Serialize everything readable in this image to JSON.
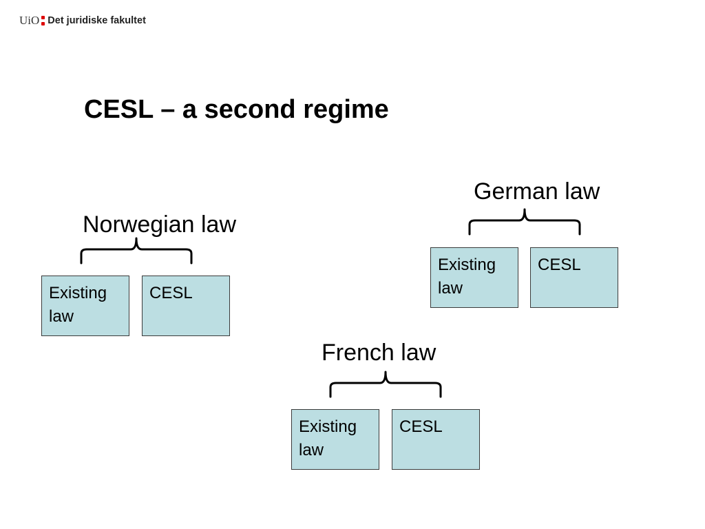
{
  "header": {
    "logo_uio": "UiO",
    "faculty": "Det juridiske fakultet"
  },
  "slide": {
    "title": "CESL – a second regime"
  },
  "groups": [
    {
      "label": "Norwegian law",
      "boxes": [
        "Existing law",
        "CESL"
      ]
    },
    {
      "label": "German law",
      "boxes": [
        "Existing law",
        "CESL"
      ]
    },
    {
      "label": "French law",
      "boxes": [
        "Existing law",
        "CESL"
      ]
    }
  ],
  "colors": {
    "box_fill": "#bcdee2",
    "box_border": "#3a3a3a",
    "logo_accent": "#dd0000"
  }
}
